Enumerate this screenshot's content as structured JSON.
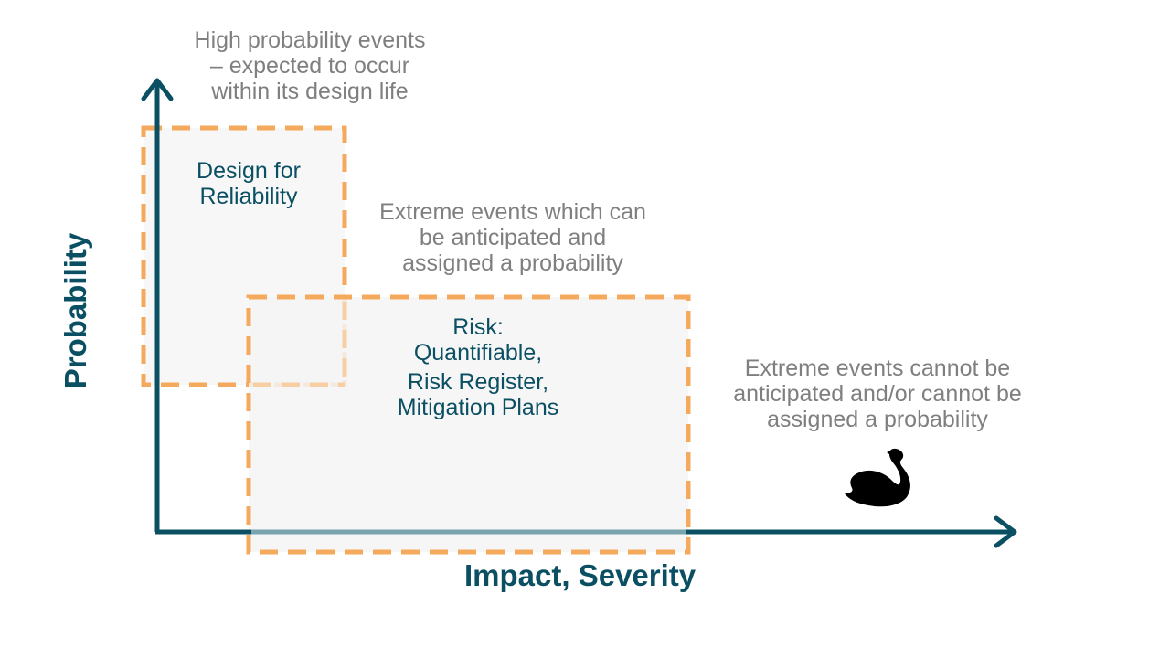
{
  "labels": {
    "high_probability": [
      "High probability events",
      "– expected to occur",
      "within its design life"
    ],
    "anticipated": [
      "Extreme events which can",
      "be anticipated and",
      "assigned a probability"
    ],
    "cannot_anticipate": [
      "Extreme events cannot be",
      "anticipated and/or cannot be",
      "assigned a probability"
    ]
  },
  "boxes": {
    "reliability": [
      "Design for",
      "Reliability"
    ],
    "risk": [
      "Risk:",
      "Quantifiable,",
      "Risk Register,",
      "Mitigation Plans"
    ]
  },
  "axes": {
    "x_title": "Impact, Severity",
    "y_title": "Probability"
  },
  "icons": {
    "black_swan": "black-swan-icon"
  },
  "colors": {
    "axis": "#0b4f63",
    "box_border": "#f5a95d",
    "box_fill": "#f7f7f7",
    "gray_text": "#7f7f7f",
    "teal_text": "#0b4f63"
  }
}
